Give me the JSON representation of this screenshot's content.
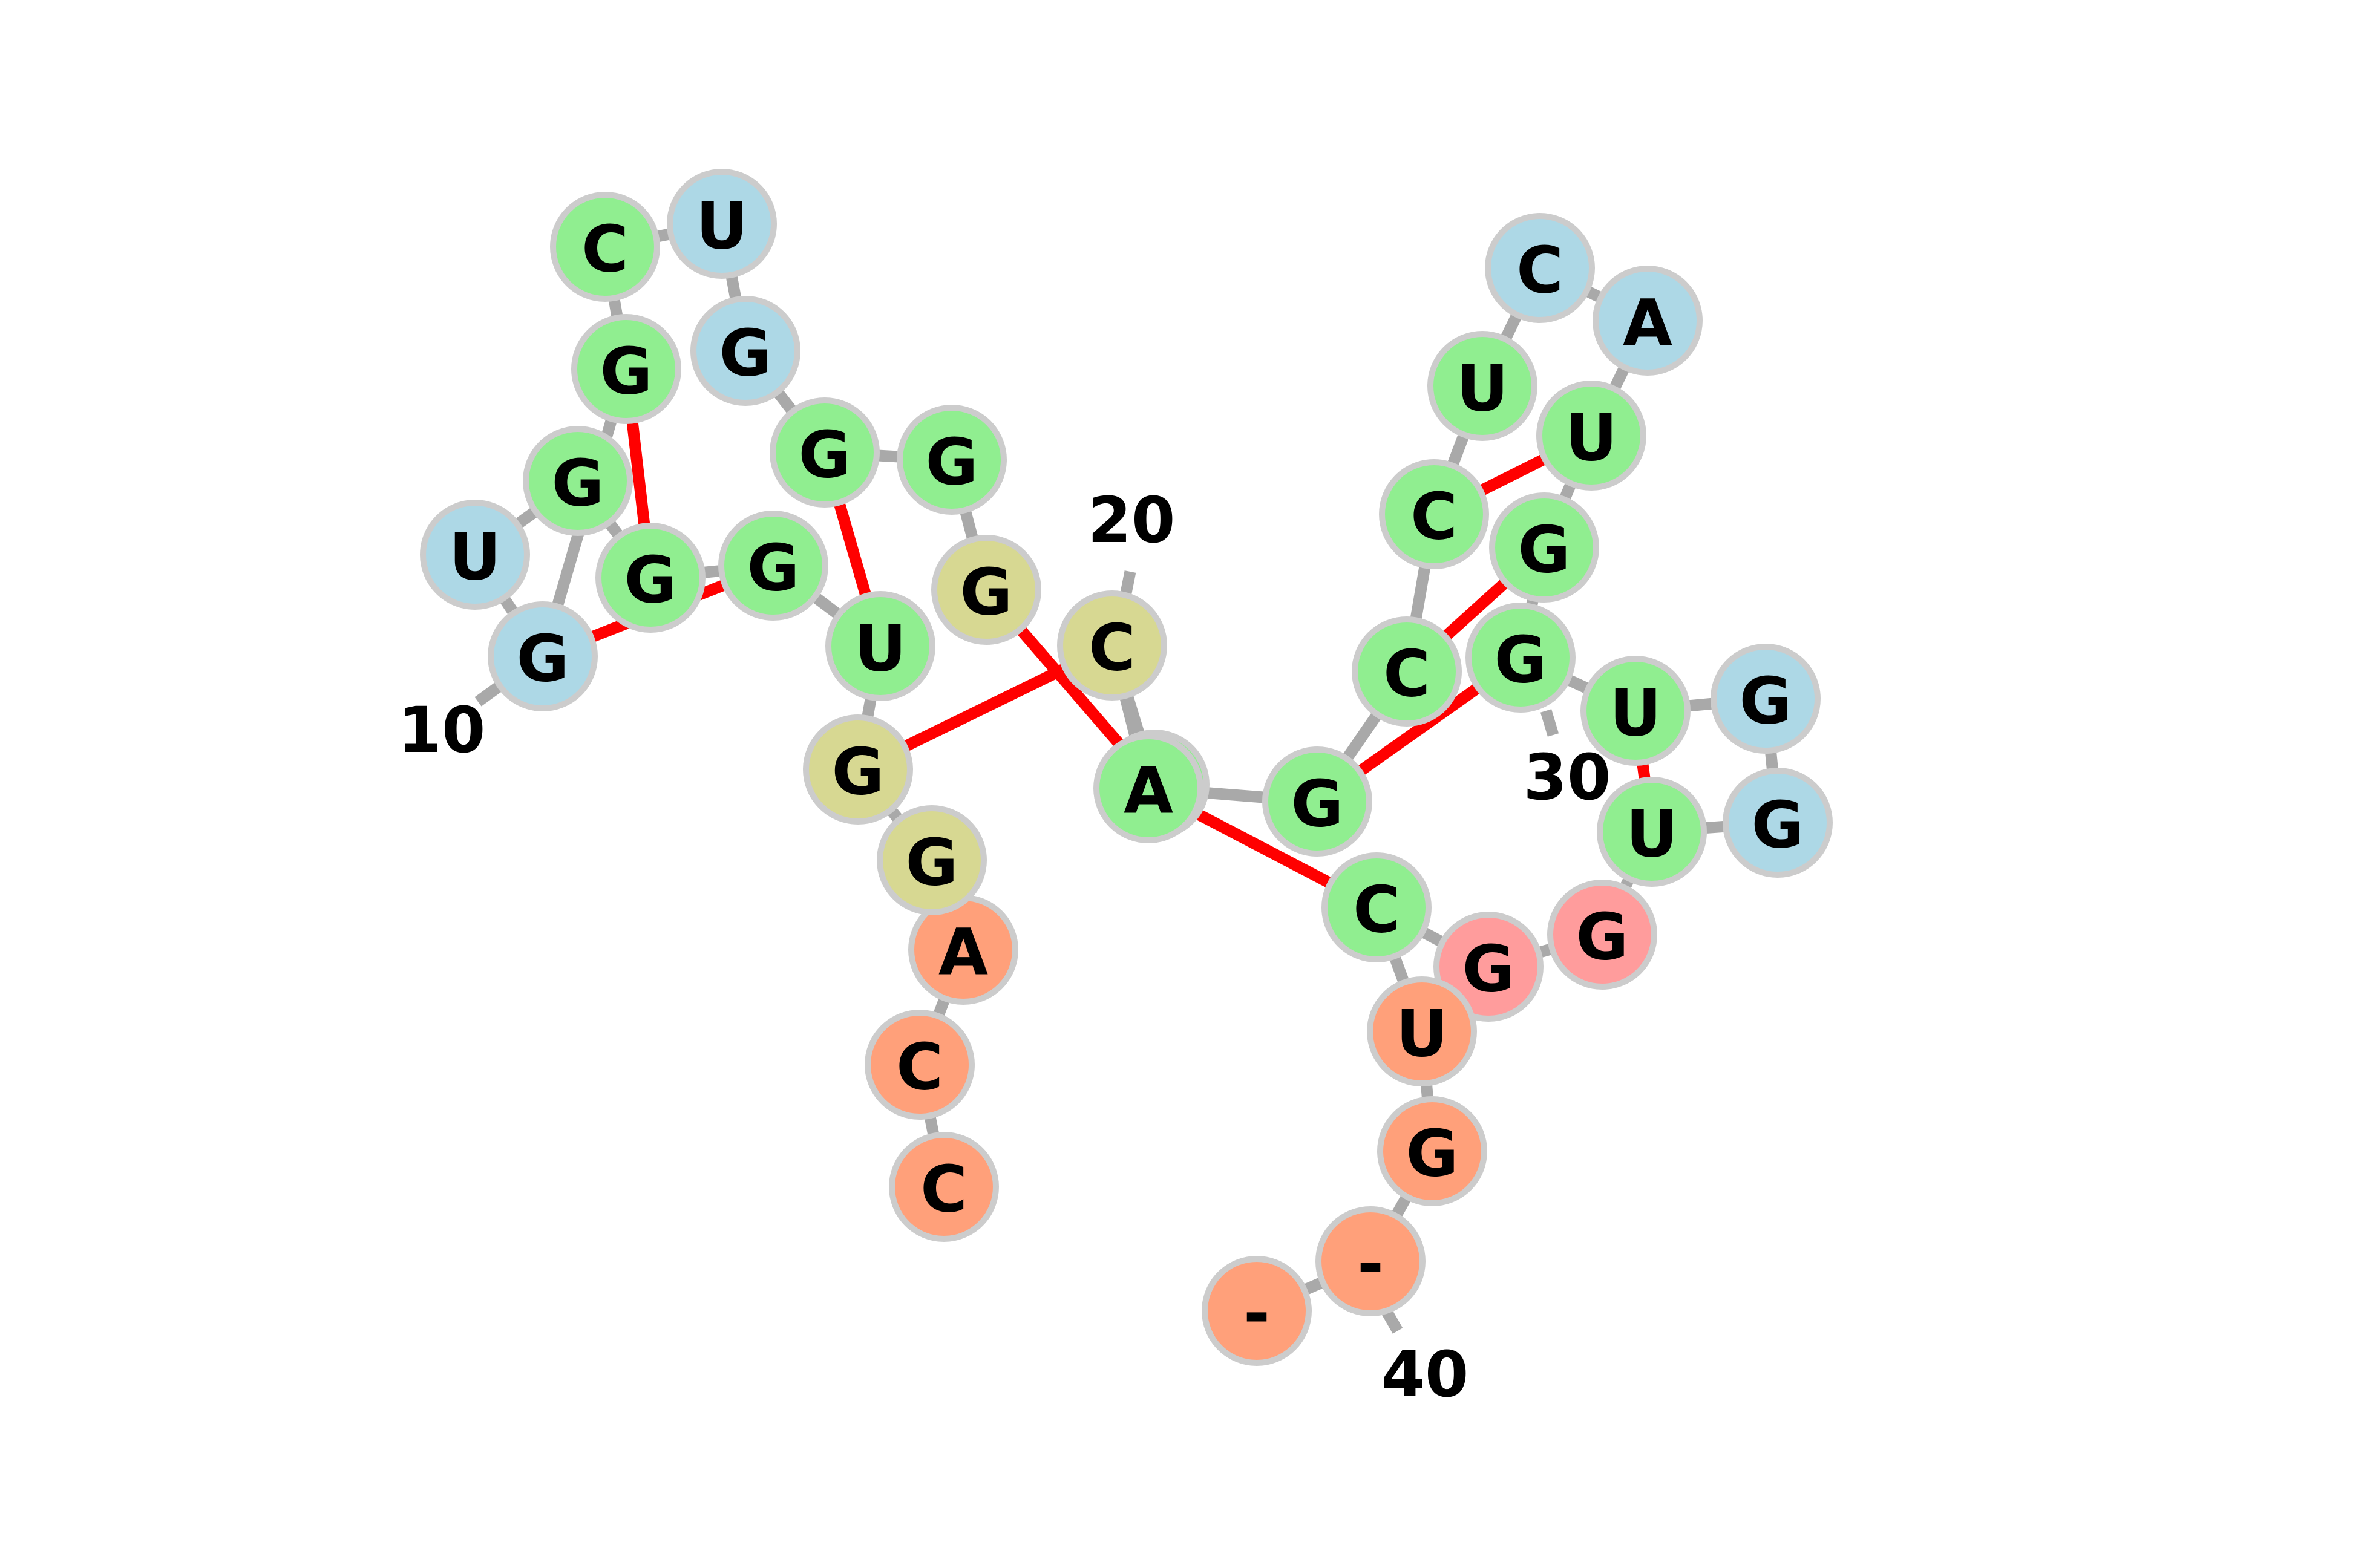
{
  "colors": {
    "stem": "#90ee90",
    "hairpin_loop": "#add8e6",
    "multiloop": "#d7d892",
    "exterior": "#ffa07a",
    "interior_loop": "#ff9c9c",
    "backbone": "#a9a9a9",
    "base_pair": "#ff0000",
    "outline": "#cccccc"
  },
  "nucleotides": [
    {
      "letter": "C",
      "region": "exterior"
    },
    {
      "letter": "C",
      "region": "exterior"
    },
    {
      "letter": "A",
      "region": "exterior"
    },
    {
      "letter": "G",
      "region": "multiloop"
    },
    {
      "letter": "G",
      "region": "multiloop"
    },
    {
      "letter": "U",
      "region": "stem"
    },
    {
      "letter": "G",
      "region": "stem"
    },
    {
      "letter": "G",
      "region": "stem"
    },
    {
      "letter": "G",
      "region": "stem"
    },
    {
      "letter": "U",
      "region": "hairpin_loop"
    },
    {
      "letter": "G",
      "region": "hairpin_loop"
    },
    {
      "letter": "G",
      "region": "stem"
    },
    {
      "letter": "C",
      "region": "stem"
    },
    {
      "letter": "U",
      "region": "hairpin_loop"
    },
    {
      "letter": "G",
      "region": "hairpin_loop"
    },
    {
      "letter": "G",
      "region": "stem"
    },
    {
      "letter": "G",
      "region": "stem"
    },
    {
      "letter": "G",
      "region": "multiloop"
    },
    {
      "letter": "A",
      "region": "stem"
    },
    {
      "letter": "C",
      "region": "multiloop"
    },
    {
      "letter": "A",
      "region": "stem"
    },
    {
      "letter": "G",
      "region": "stem"
    },
    {
      "letter": "C",
      "region": "stem"
    },
    {
      "letter": "C",
      "region": "stem"
    },
    {
      "letter": "U",
      "region": "stem"
    },
    {
      "letter": "C",
      "region": "hairpin_loop"
    },
    {
      "letter": "A",
      "region": "hairpin_loop"
    },
    {
      "letter": "U",
      "region": "stem"
    },
    {
      "letter": "G",
      "region": "stem"
    },
    {
      "letter": "G",
      "region": "stem"
    },
    {
      "letter": "U",
      "region": "stem"
    },
    {
      "letter": "G",
      "region": "hairpin_loop"
    },
    {
      "letter": "G",
      "region": "hairpin_loop"
    },
    {
      "letter": "U",
      "region": "stem"
    },
    {
      "letter": "G",
      "region": "interior_loop"
    },
    {
      "letter": "G",
      "region": "interior_loop"
    },
    {
      "letter": "C",
      "region": "stem"
    },
    {
      "letter": "U",
      "region": "exterior"
    },
    {
      "letter": "G",
      "region": "exterior"
    },
    {
      "letter": "-",
      "region": "exterior"
    },
    {
      "letter": "-",
      "region": "exterior"
    }
  ],
  "base_pairs": [
    [
      4,
      19
    ],
    [
      5,
      15
    ],
    [
      6,
      10
    ],
    [
      7,
      11
    ],
    [
      17,
      18
    ],
    [
      20,
      36
    ],
    [
      21,
      29
    ],
    [
      22,
      28
    ],
    [
      23,
      27
    ],
    [
      30,
      33
    ]
  ],
  "position_labels": [
    {
      "index": 9,
      "text": "10"
    },
    {
      "index": 19,
      "text": "20"
    },
    {
      "index": 29,
      "text": "30"
    },
    {
      "index": 39,
      "text": "40"
    }
  ]
}
